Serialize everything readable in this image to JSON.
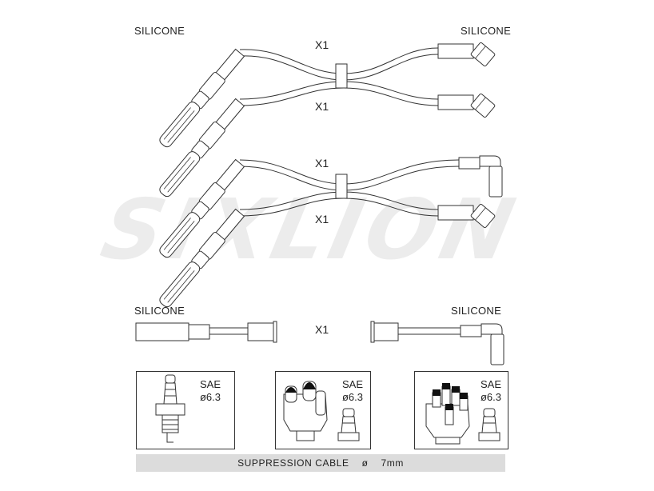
{
  "labels": {
    "top_left": "SILICONE",
    "top_right": "SILICONE",
    "bottom_left": "SILICONE",
    "bottom_right": "SILICONE"
  },
  "quantities": {
    "lead1": "X1",
    "lead2": "X1",
    "lead3": "X1",
    "lead4": "X1",
    "lead5": "X1"
  },
  "watermark": "SIXLION",
  "terminal_boxes": [
    {
      "sae": "SAE",
      "dia": "ø6.3"
    },
    {
      "sae": "SAE",
      "dia": "ø6.3"
    },
    {
      "sae": "SAE",
      "dia": "ø6.3"
    }
  ],
  "footer": {
    "text": "SUPPRESSION CABLE",
    "symbol": "ø",
    "size": "7mm"
  }
}
